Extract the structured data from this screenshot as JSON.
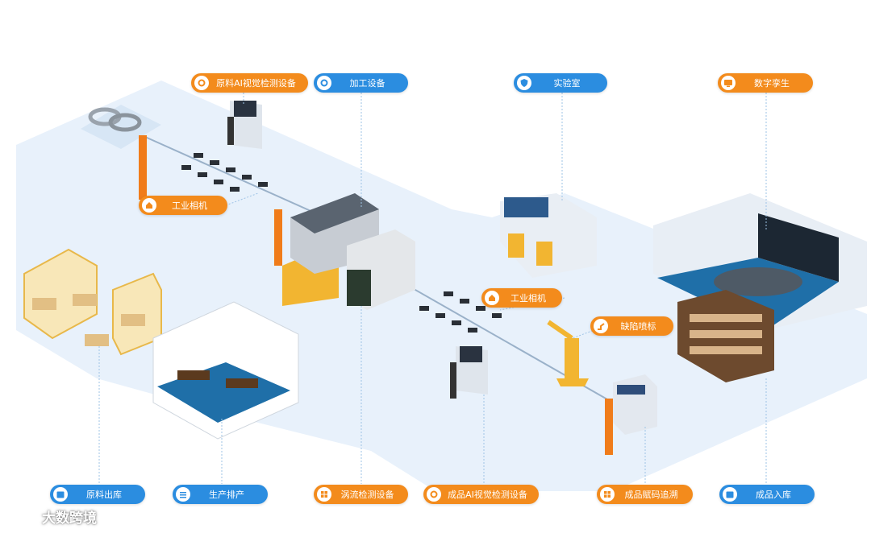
{
  "labels": {
    "raw_ai_inspection": "原料AI视觉检测设备",
    "processing_equipment": "加工设备",
    "laboratory": "实验室",
    "digital_twin": "数字孪生",
    "industrial_camera_1": "工业相机",
    "industrial_camera_2": "工业相机",
    "defect_marking": "缺陷喷标",
    "raw_material_outbound": "原料出库",
    "production_scheduling": "生产排产",
    "eddy_current_testing": "涡流检测设备",
    "finished_ai_inspection": "成品AI视觉检测设备",
    "finished_code_tracing": "成品赋码追溯",
    "finished_inbound": "成品入库"
  },
  "watermark": {
    "text": "大数跨境"
  },
  "colors": {
    "orange": "#f38b1c",
    "blue": "#2b8de0",
    "floor": "#e8f1fb",
    "conveyor": "#f07c1a",
    "carpet": "#1f6fa8"
  }
}
